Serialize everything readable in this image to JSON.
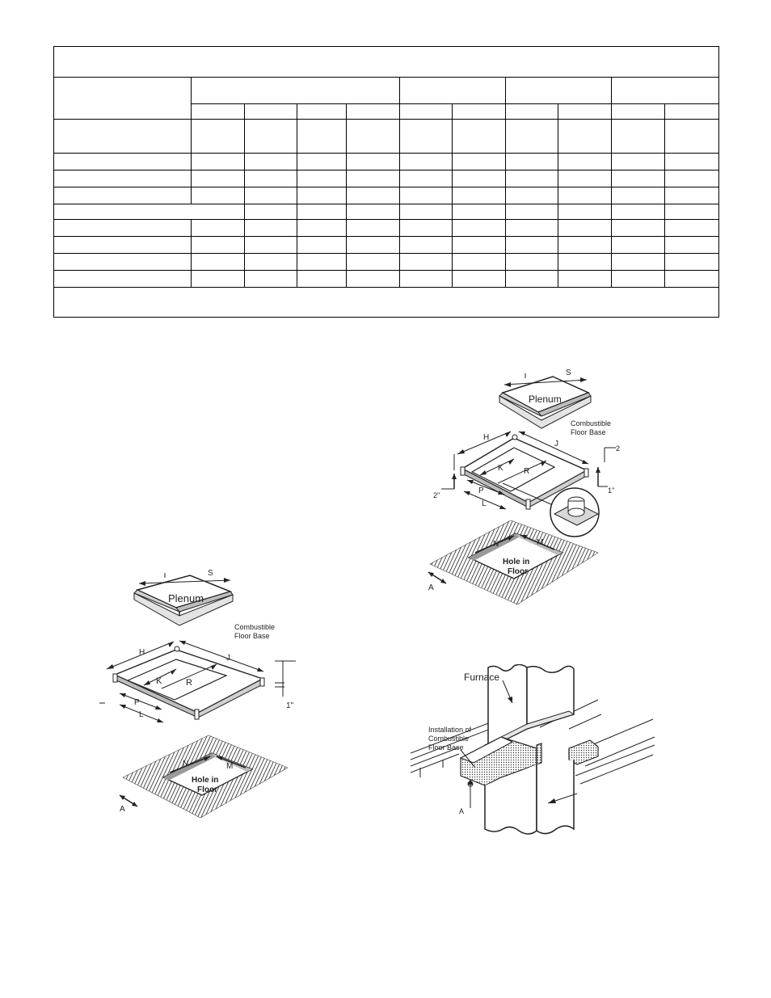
{
  "figure_left": {
    "plenum_label": "Plenum",
    "base_label_line1": "Combustible",
    "base_label_line2": "Floor Base",
    "hole_label_line1": "Hole in",
    "hole_label_line2": "Floor",
    "dim_H": "H",
    "dim_J": "J",
    "dim_K": "K",
    "dim_R": "R",
    "dim_P": "P",
    "dim_L": "L",
    "dim_N": "N",
    "dim_M": "M",
    "dim_S": "S",
    "dim_A": "A",
    "dim_1in": "1\""
  },
  "figure_right_top": {
    "plenum_label": "Plenum",
    "base_label_line1": "Combustible",
    "base_label_line2": "Floor Base",
    "hole_label_line1": "Hole in",
    "hole_label_line2": "Floor",
    "dim_H": "H",
    "dim_J": "J",
    "dim_K": "K",
    "dim_R": "R",
    "dim_P": "P",
    "dim_L": "L",
    "dim_N": "N",
    "dim_M": "M",
    "dim_S": "S",
    "dim_A": "A",
    "dim_2in": "2\"",
    "dim_1in": "1\"",
    "dim_2": "2"
  },
  "figure_right_bottom": {
    "furnace_label": "Furnace",
    "install_label_line1": "Installation of",
    "install_label_line2": "Combustible",
    "install_label_line3": "Floor Base",
    "dim_A": "A"
  }
}
